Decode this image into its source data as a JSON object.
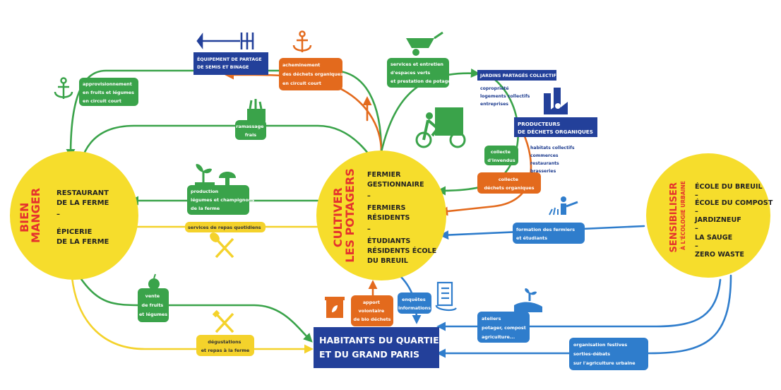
{
  "colors": {
    "yellow": "#f6dd2c",
    "green": "#3aa34a",
    "orange": "#e36a1d",
    "blue": "#2f7dcc",
    "navy": "#23409a",
    "red": "#e5322d",
    "pale_yellow": "#f4e02b"
  },
  "hubs": {
    "bien_manger": {
      "title": [
        "BIEN",
        "MANGER"
      ],
      "items": [
        "RESTAURANT",
        "DE LA FERME",
        "–",
        "ÉPICERIE",
        "DE LA FERME"
      ]
    },
    "cultiver": {
      "title": [
        "CULTIVER",
        "LES POTAGERS"
      ],
      "items": [
        "FERMIER",
        "GESTIONNAIRE",
        "–",
        "FERMIERS",
        "RÉSIDENTS",
        "–",
        "ÉTUDIANTS",
        "RÉSIDENTS ÉCOLE",
        "DU BREUIL"
      ]
    },
    "sensibiliser": {
      "title": [
        "SENSIBILISER",
        "À L'ÉCOLOGIE URBAINE"
      ],
      "items": [
        "ÉCOLE DU BREUIL",
        "–",
        "ÉCOLE DU COMPOST",
        "–",
        "JARDIZNEUF",
        "–",
        "LA SAUGE",
        "–",
        "ZERO WASTE"
      ]
    }
  },
  "boxes": {
    "equipement": [
      "ÉQUIPEMENT DE PARTAGE",
      "DE SEMIS ET BINAGE"
    ],
    "jardins": [
      "JARDINS PARTAGÉS COLLECTIFS"
    ],
    "producteurs": [
      "PRODUCTEURS",
      "DE DÉCHETS ORGANIQUES"
    ],
    "habitants": [
      "HABITANTS DU QUARTIER",
      "ET DU GRAND PARIS"
    ]
  },
  "notes": {
    "jardins": [
      "copropriété",
      "logements collectifs",
      "entreprises"
    ],
    "producteurs": [
      "habitats collectifs",
      "commerces",
      "restaurants",
      "brasseries"
    ]
  },
  "pills": {
    "approvisionnement": [
      "approvisionnement",
      "en fruits et légumes",
      "en circuit court"
    ],
    "ramassage": [
      "ramassage",
      "frais"
    ],
    "production": [
      "production",
      "légumes et champignons",
      "de la ferme"
    ],
    "service_repas": [
      "services de repas quotidiens"
    ],
    "vente_fruits": [
      "vente",
      "de fruits",
      "et légumes"
    ],
    "degustations": [
      "dégustations",
      "et repas à la ferme"
    ],
    "acheminement": [
      "acheminement",
      "des déchets organiques",
      "en circuit court"
    ],
    "services_entretien": [
      "services et entretien",
      "d'espaces verts",
      "et prestation de potager"
    ],
    "collecte_invendus": [
      "collecte",
      "d'invendus"
    ],
    "collecte_dechets": [
      "collecte",
      "déchets organiques"
    ],
    "formation": [
      "formation des fermiers",
      "et étudiants"
    ],
    "apport_volontaire": [
      "apport",
      "volontaire",
      "de bio déchets"
    ],
    "enquetes": [
      "enquêtes",
      "informations"
    ],
    "ateliers": [
      "ateliers",
      "potager, compost",
      "agriculture..."
    ],
    "organisation": [
      "organisation festives",
      "sorties-débats",
      "sur l'agriculture urbaine"
    ]
  },
  "icons": [
    "anchor-icon",
    "seed-drill-icon",
    "wheelbarrow-icon",
    "delivery-bike-icon",
    "factory-icon",
    "basket-icon",
    "sprout-mushroom-icon",
    "fork-spoon-icon",
    "apple-icon",
    "fork-knife-icon",
    "compost-bin-icon",
    "scroll-icon",
    "hand-plant-icon",
    "sprinkler-icon"
  ]
}
